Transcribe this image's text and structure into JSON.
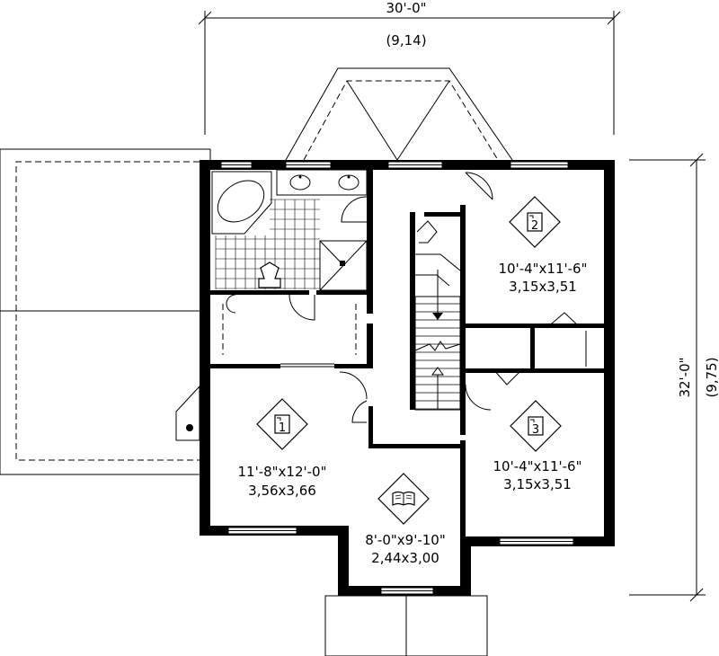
{
  "dimensions": {
    "top_imperial": "30'-0\"",
    "top_metric": "(9,14)",
    "right_imperial": "32'-0\"",
    "right_metric": "(9,75)"
  },
  "rooms": [
    {
      "id": "bedroom-2",
      "number": "2",
      "size_imperial": "10'-4\"x11'-6\"",
      "size_metric": "3,15x3,51"
    },
    {
      "id": "bedroom-1",
      "number": "1",
      "size_imperial": "11'-8\"x12'-0\"",
      "size_metric": "3,56x3,66"
    },
    {
      "id": "bedroom-3",
      "number": "3",
      "size_imperial": "10'-4\"x11'-6\"",
      "size_metric": "3,15x3,51"
    },
    {
      "id": "study",
      "number": "",
      "size_imperial": "8'-0\"x9'-10\"",
      "size_metric": "2,44x3,00"
    }
  ],
  "icons": {
    "bedroom": "bed-icon",
    "study": "book-icon"
  }
}
